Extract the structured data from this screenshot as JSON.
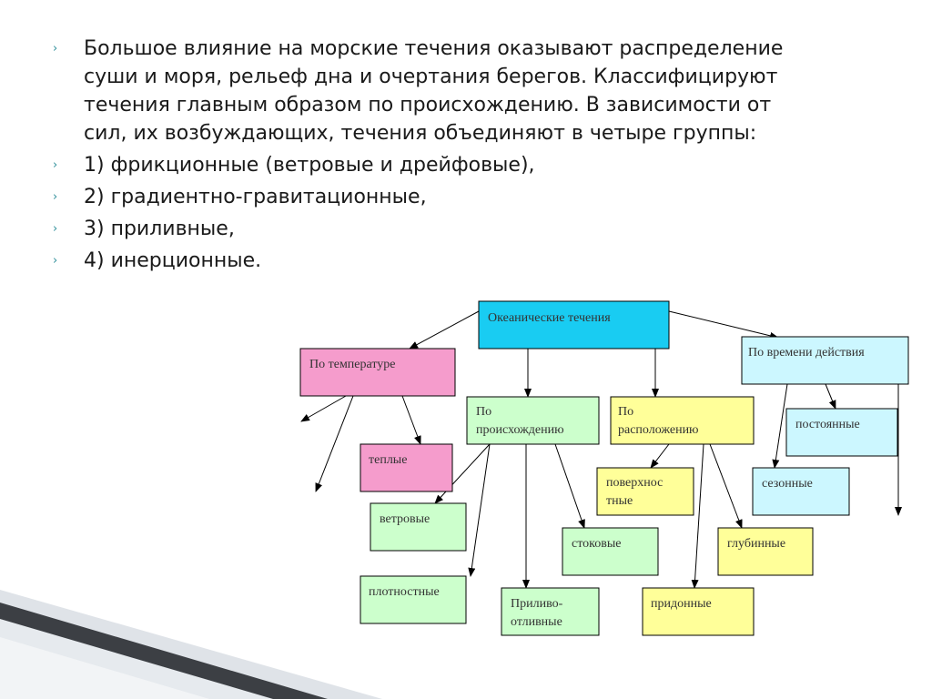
{
  "bullets": [
    "Большое влияние на морские течения оказывают распределение суши и моря, рельеф дна и очертания берегов. Классифицируют течения главным образом по происхождению. В зависимости от сил, их возбуждающих, течения объединяют в четыре группы:",
    "1) фрикционные (ветровые и дрейфовые),",
    "2) градиентно-гравитационные,",
    "3) приливные,",
    "4) инерционные."
  ],
  "bullet_marker": "›",
  "diagram": {
    "colors": {
      "root": "#19ccf2",
      "temperature": "#f59ccc",
      "origin": "#ccffcc",
      "location": "#ffff99",
      "time": "#ccf7ff"
    },
    "nodes": {
      "root": {
        "label": [
          "Океанические течения"
        ]
      },
      "by_temperature": {
        "label": [
          "По температуре"
        ]
      },
      "by_time": {
        "label": [
          "По времени действия"
        ]
      },
      "by_origin": {
        "label": [
          "По",
          "происхождению"
        ]
      },
      "by_location": {
        "label": [
          "По",
          "расположению"
        ]
      },
      "warm": {
        "label": [
          "теплые"
        ]
      },
      "permanent": {
        "label": [
          "постоянные"
        ]
      },
      "surface": {
        "label": [
          "поверхнос",
          "тные"
        ]
      },
      "seasonal": {
        "label": [
          "сезонные"
        ]
      },
      "wind": {
        "label": [
          "ветровые"
        ]
      },
      "runoff": {
        "label": [
          "стоковые"
        ]
      },
      "deep": {
        "label": [
          "глубинные"
        ]
      },
      "density": {
        "label": [
          "плотностные"
        ]
      },
      "tidal": {
        "label": [
          "Приливо-",
          "отливные"
        ]
      },
      "bottom": {
        "label": [
          "придонные"
        ]
      }
    }
  }
}
